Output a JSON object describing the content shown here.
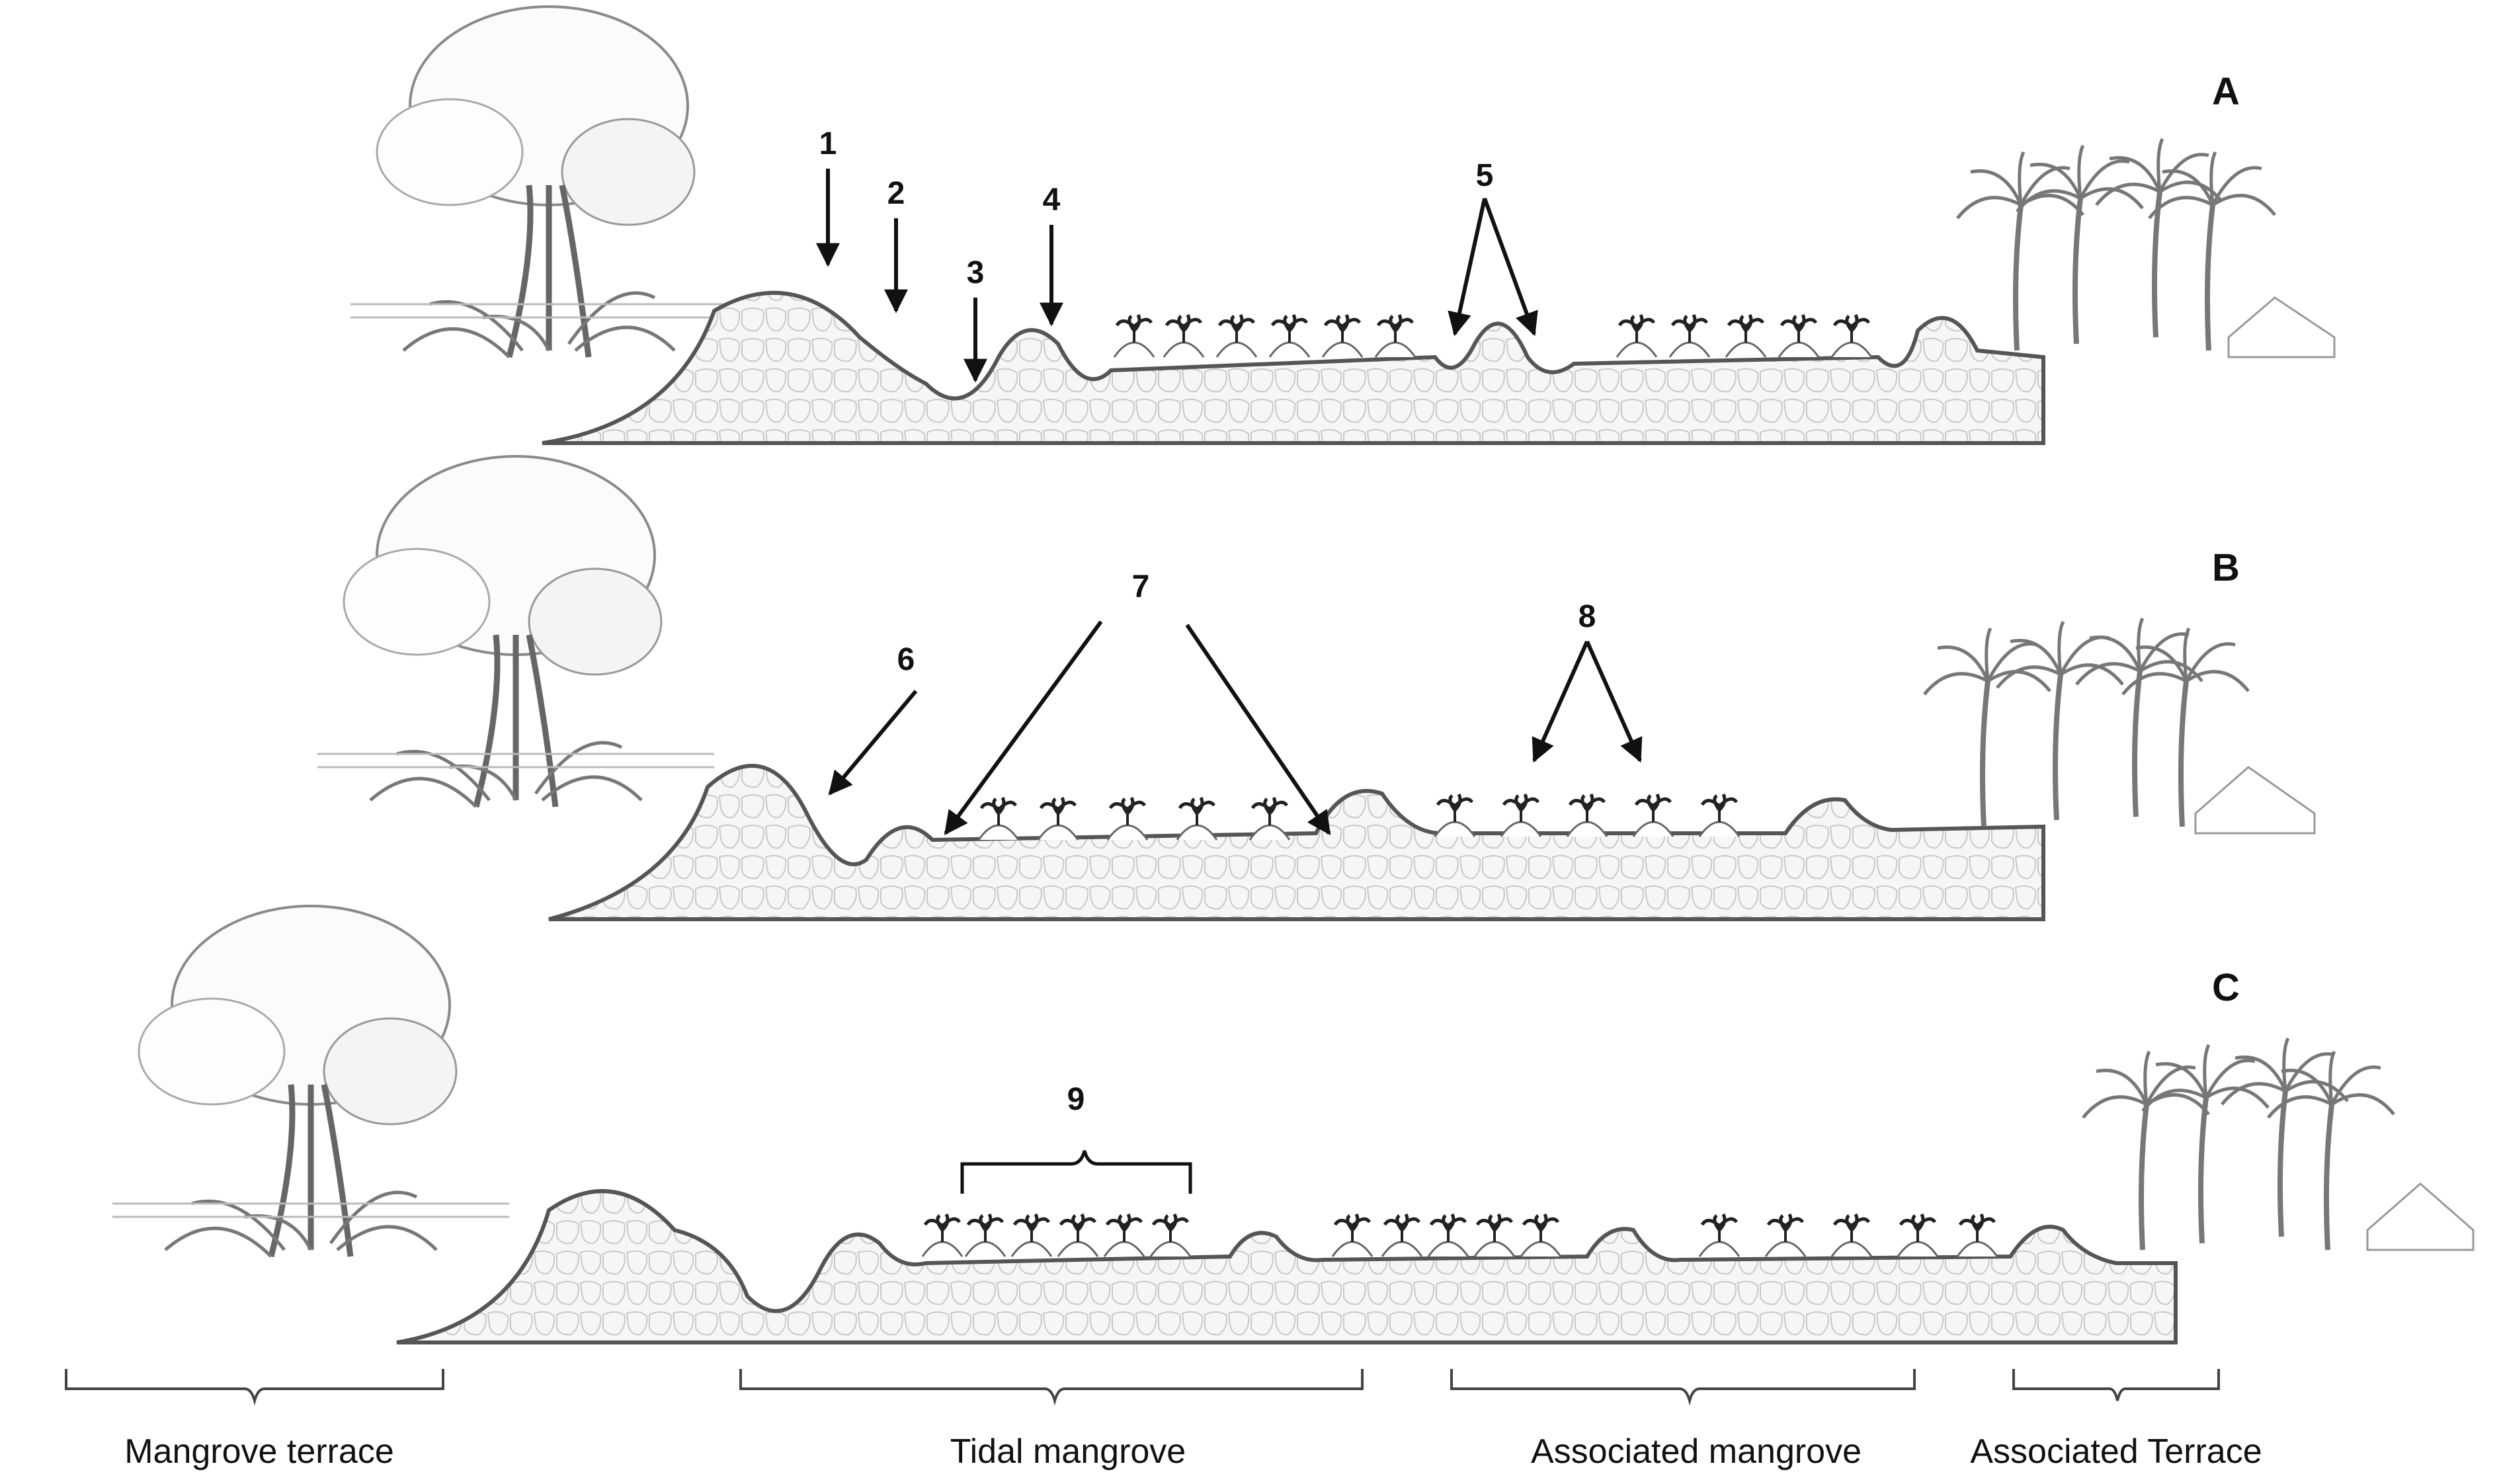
{
  "panels": [
    {
      "letter": "A",
      "callouts": [
        "1",
        "2",
        "3",
        "4",
        "5"
      ]
    },
    {
      "letter": "B",
      "callouts": [
        "6",
        "7",
        "8"
      ]
    },
    {
      "letter": "C",
      "callouts": [
        "9"
      ]
    }
  ],
  "zones": [
    "Mangrove terrace",
    "Tidal mangrove",
    "Associated mangrove",
    "Associated Terrace"
  ],
  "colors": {
    "line": "#555555",
    "arrow": "#111111",
    "sediment": "#f3f3f3",
    "text": "#111111"
  }
}
